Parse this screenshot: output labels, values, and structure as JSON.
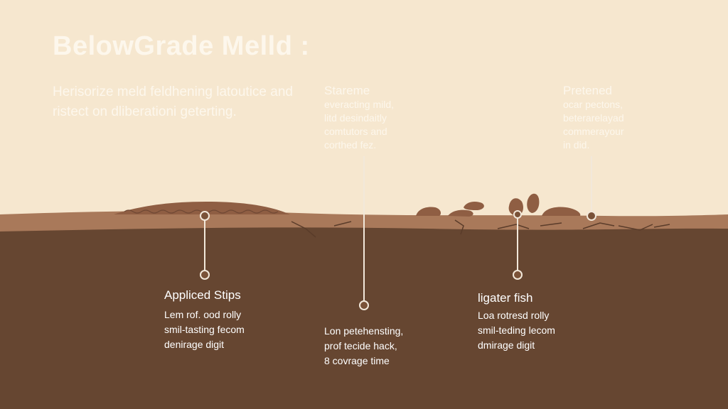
{
  "title": "BelowGrade Melld :",
  "subtitle": "Herisorize meld feldhening latoutice and ristect on dliberationi geterting.",
  "callouts": [
    {
      "head": "Stareme",
      "body": "everacting mild,\nlitd desindaitly\ncomtutors and\ncorthed fez."
    },
    {
      "head": "Pretened",
      "body": "ocar pectons,\nbeterarelayad\ncommerayour\nin did."
    }
  ],
  "layers": [
    {
      "head": "Appliced Stips",
      "body": "Lem rof. ood rolly\nsmil-tasting fecom\ndenirage digit"
    },
    {
      "head": "",
      "body": "Lon petehensting,\nprof tecide hack,\n8 covrage time"
    },
    {
      "head": "ligater fish",
      "body": "Loa rotresd rolly\nsmil-teding lecom\ndmirage digit"
    }
  ],
  "colors": {
    "sky": "#f6e7cf",
    "topsoil": "#a9795a",
    "subsoil": "#664631",
    "mound": "#8f5e43",
    "marker_line": "#f2e8da"
  }
}
